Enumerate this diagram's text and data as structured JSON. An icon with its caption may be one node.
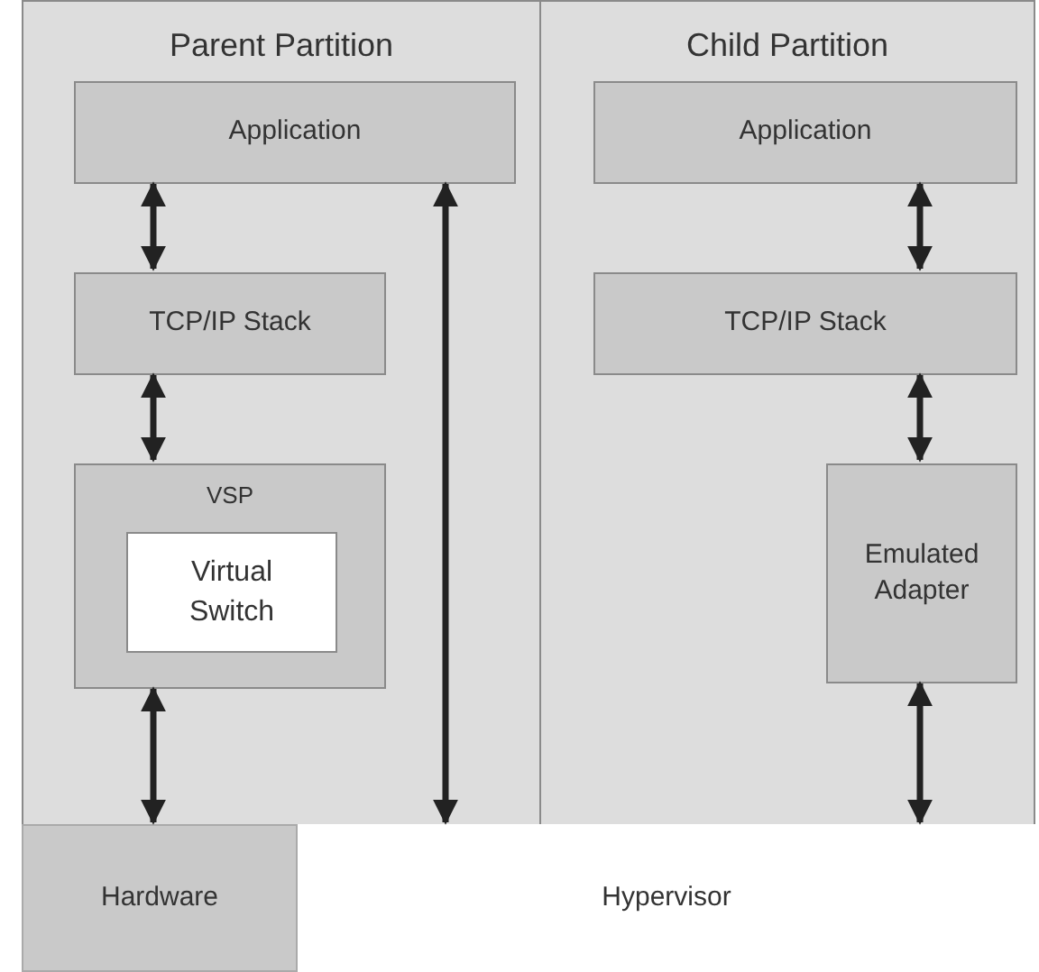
{
  "diagram": {
    "nodes": [
      {
        "text": [
          "Parent Partition"
        ]
      },
      {
        "text": [
          "Application"
        ],
        "in": 0
      },
      {
        "text": [
          "TCP/IP Stack"
        ],
        "in": 0
      },
      {
        "text": [
          "VSP"
        ],
        "in": 0
      },
      {
        "text": [
          "Virtual Switch"
        ],
        "in": 3
      },
      {
        "text": [
          "Child Partition"
        ]
      },
      {
        "text": [
          "Application"
        ],
        "in": 5
      },
      {
        "text": [
          "TCP/IP Stack"
        ],
        "in": 5
      },
      {
        "text": [
          "Emulated Adapter"
        ],
        "in": 5
      },
      {
        "text": [
          "Hardware"
        ]
      },
      {
        "text": [
          "Hypervisor"
        ]
      }
    ],
    "edges": [
      {
        "from": 1,
        "to": 2,
        "arrow": "both"
      },
      {
        "from": 2,
        "to": 3,
        "arrow": "both"
      },
      {
        "from": 3,
        "to": 9,
        "arrow": "both"
      },
      {
        "from": 1,
        "to": 10,
        "arrow": "both"
      },
      {
        "from": 6,
        "to": 7,
        "arrow": "both"
      },
      {
        "from": 7,
        "to": 8,
        "arrow": "both"
      },
      {
        "from": 8,
        "to": 10,
        "arrow": "both"
      }
    ]
  }
}
